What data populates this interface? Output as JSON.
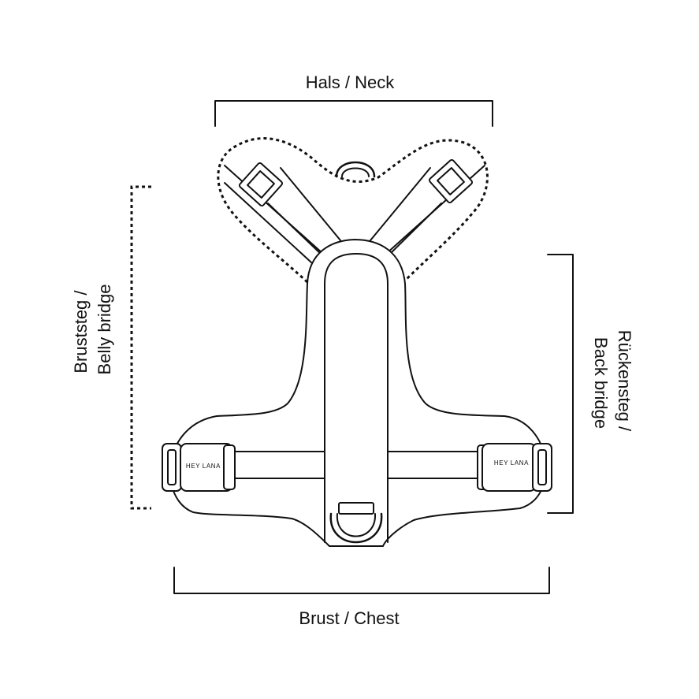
{
  "labels": {
    "neck": "Hals / Neck",
    "belly_line1": "Bruststeg /",
    "belly_line2": "Belly bridge",
    "back_line1": "Rückensteg /",
    "back_line2": "Back bridge",
    "chest": "Brust / Chest"
  },
  "buckle": {
    "left_text": "HEY LANA",
    "right_text": "HEY LANA"
  },
  "colors": {
    "line": "#111111",
    "background": "#ffffff"
  }
}
